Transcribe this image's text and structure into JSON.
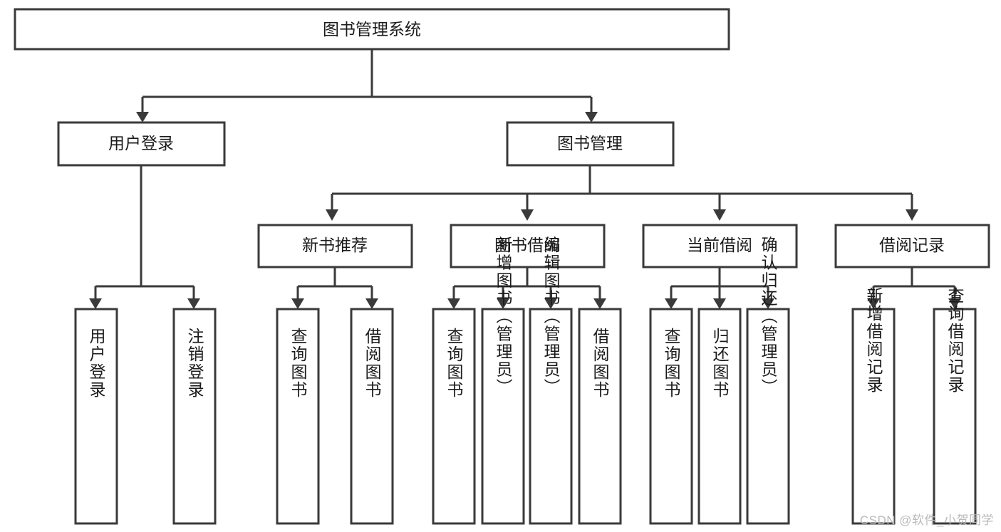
{
  "diagram": {
    "title": "图书管理系统",
    "type": "hierarchy-tree",
    "root": {
      "id": "root",
      "label": "图书管理系统"
    },
    "level2": [
      {
        "id": "user-login",
        "label": "用户登录"
      },
      {
        "id": "book-management",
        "label": "图书管理"
      }
    ],
    "level3": [
      {
        "id": "new-book-recommend",
        "label": "新书推荐",
        "parent": "book-management"
      },
      {
        "id": "book-borrow",
        "label": "图书借阅",
        "parent": "book-management"
      },
      {
        "id": "current-borrow",
        "label": "当前借阅",
        "parent": "book-management"
      },
      {
        "id": "borrow-record",
        "label": "借阅记录",
        "parent": "book-management"
      }
    ],
    "leaves": [
      {
        "id": "leaf-user-login",
        "label": "用户登录",
        "parent": "user-login"
      },
      {
        "id": "leaf-logout-login",
        "label": "注销登录",
        "parent": "user-login"
      },
      {
        "id": "leaf-query-book-1",
        "label": "查询图书",
        "parent": "new-book-recommend"
      },
      {
        "id": "leaf-borrow-book-1",
        "label": "借阅图书",
        "parent": "new-book-recommend"
      },
      {
        "id": "leaf-query-book-2",
        "label": "查询图书",
        "parent": "book-borrow"
      },
      {
        "id": "leaf-add-book",
        "label": "新增图书（管理员）",
        "parent": "book-borrow"
      },
      {
        "id": "leaf-edit-book",
        "label": "编辑图书（管理员）",
        "parent": "book-borrow"
      },
      {
        "id": "leaf-borrow-book-2",
        "label": "借阅图书",
        "parent": "book-borrow"
      },
      {
        "id": "leaf-query-book-3",
        "label": "查询图书",
        "parent": "current-borrow"
      },
      {
        "id": "leaf-return-book",
        "label": "归还图书",
        "parent": "current-borrow"
      },
      {
        "id": "leaf-confirm-return",
        "label": "确认归还（管理员）",
        "parent": "current-borrow"
      },
      {
        "id": "leaf-add-record",
        "label": "新增借阅记录",
        "parent": "borrow-record"
      },
      {
        "id": "leaf-query-record",
        "label": "查询借阅记录",
        "parent": "borrow-record"
      }
    ]
  },
  "watermark": {
    "text": "CSDN @软件_小贺同学"
  },
  "colors": {
    "stroke": "#3a3a3a",
    "fill": "#ffffff",
    "text": "#1b1b1b",
    "watermark": "#b9b9b9",
    "background": "#ffffff"
  }
}
